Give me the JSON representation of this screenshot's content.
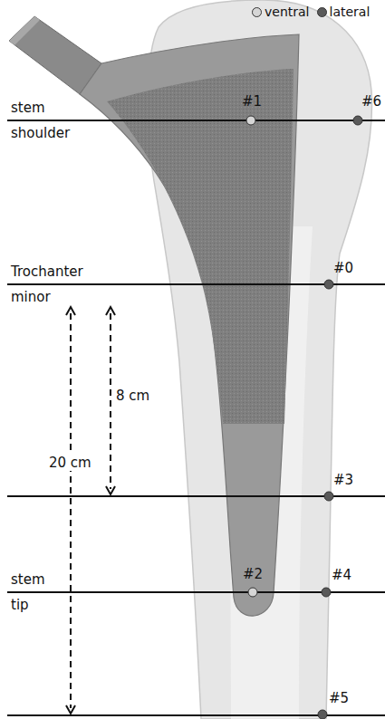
{
  "diagram": {
    "labels": [
      "stem shoulder",
      "#1",
      "#6",
      "Trochanter minor",
      "#0",
      "8 cm",
      "20 cm",
      "#3",
      "stem tip",
      "#2",
      "#4",
      "#5"
    ],
    "legend": [
      {
        "text": "ventral",
        "color": "#d6d6d6"
      },
      {
        "text": "lateral",
        "color": "#5a5a5a"
      }
    ]
  }
}
